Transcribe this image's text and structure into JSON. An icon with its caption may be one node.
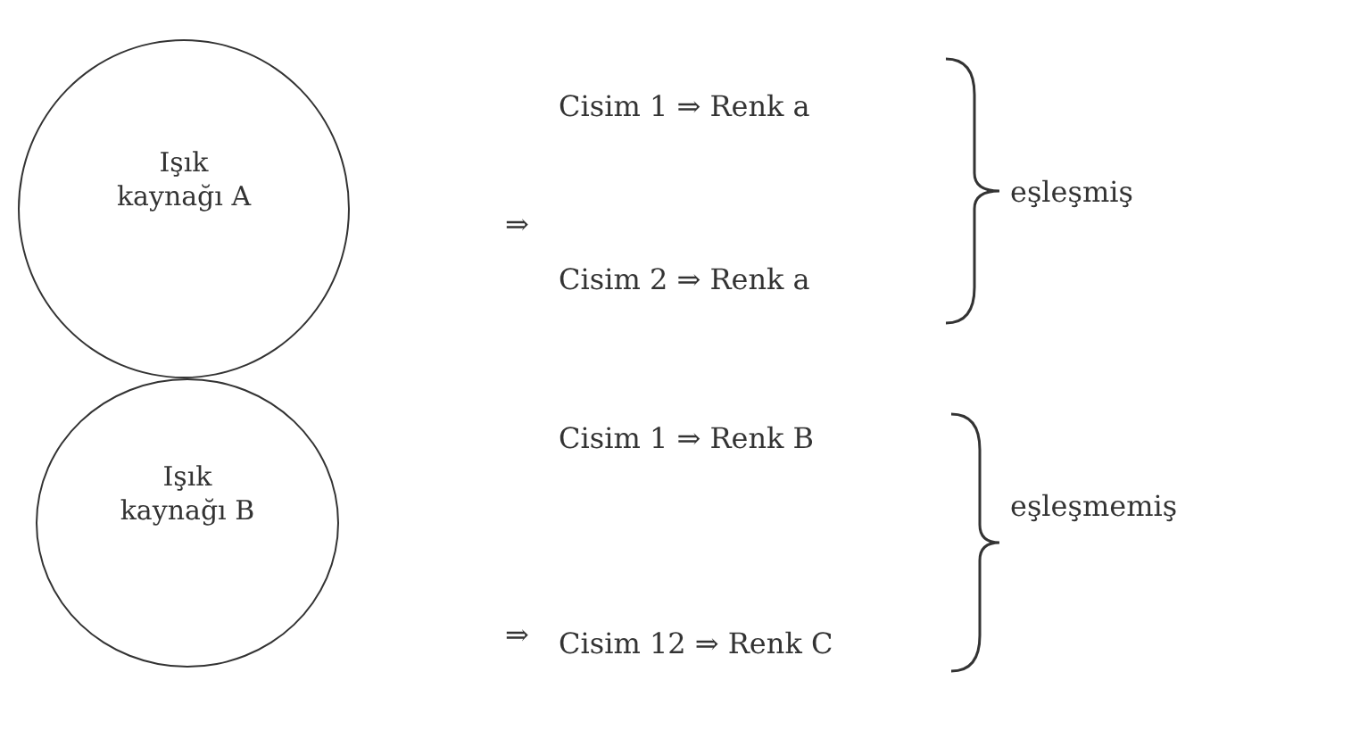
{
  "diagram": {
    "nodes": [
      {
        "text": [
          "Işık kaynağı A"
        ]
      },
      {
        "text": [
          "Işık kaynağı B"
        ]
      }
    ],
    "labels": [
      "Cisim 1 ⇒ Renk a",
      "⇒",
      "eşleşmiş",
      "Cisim 2 ⇒ Renk a",
      "Cisim 1 ⇒ Renk B",
      "⇒",
      "eşleşmemiş",
      "Cisim 12 ⇒ Renk C"
    ]
  }
}
